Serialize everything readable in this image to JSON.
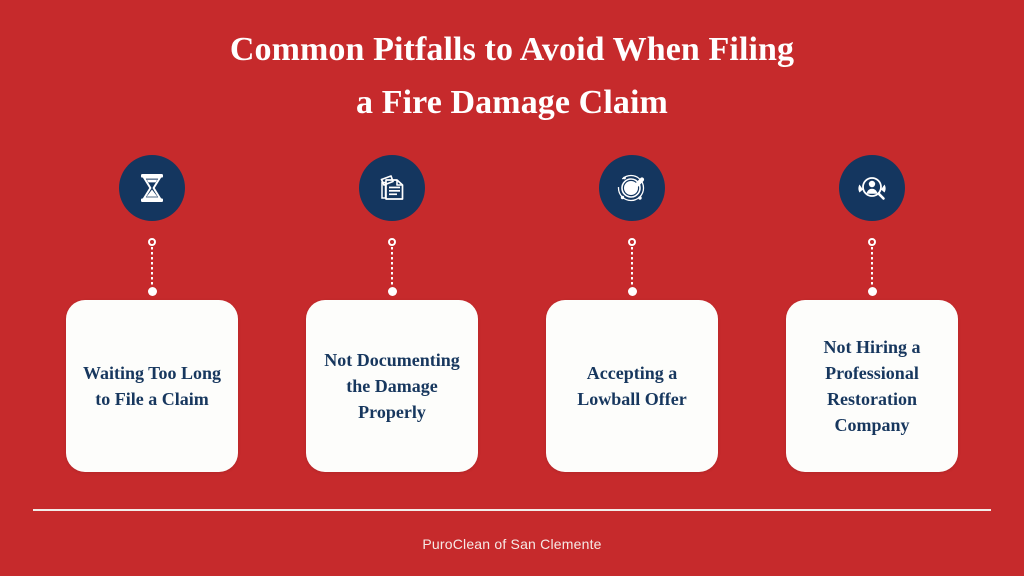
{
  "title": {
    "line1": "Common Pitfalls to Avoid When Filing",
    "line2": "a Fire Damage Claim"
  },
  "colors": {
    "background_red": "#c62a2c",
    "navy": "#14365f",
    "card_background": "#fdfdfb",
    "card_text": "#17375e",
    "title_text": "#ffffff",
    "divider": "#f2ece9",
    "footer_text": "#f6e9e6"
  },
  "items": [
    {
      "icon": "hourglass-icon",
      "label": "Waiting Too Long to File a Claim"
    },
    {
      "icon": "documents-icon",
      "label": "Not Documenting the Damage Properly"
    },
    {
      "icon": "checkmark-circle-icon",
      "label": "Accepting a Lowball Offer"
    },
    {
      "icon": "person-magnifier-icon",
      "label": "Not Hiring a Professional Restoration Company"
    }
  ],
  "footer": {
    "brand": "PuroClean of San Clemente"
  }
}
